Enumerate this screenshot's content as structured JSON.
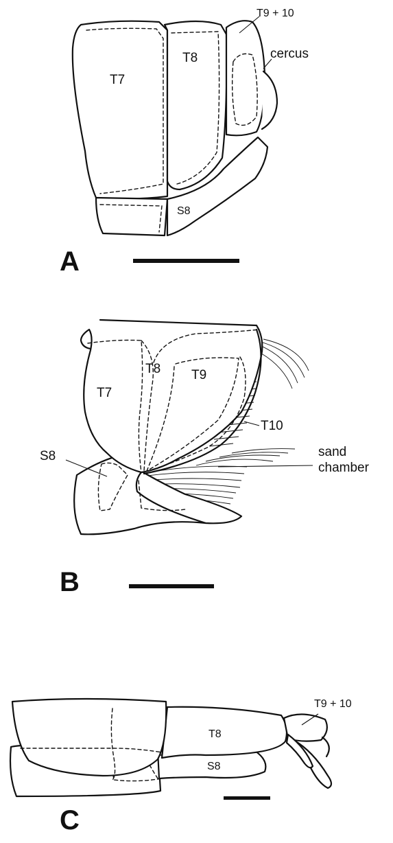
{
  "panels": [
    {
      "letter": "A",
      "labels": {
        "t7": "T7",
        "t8": "T8",
        "t9_10": "T9 + 10",
        "cercus": "cercus",
        "s8": "S8"
      }
    },
    {
      "letter": "B",
      "labels": {
        "t7": "T7",
        "t8": "T8",
        "t9": "T9",
        "t10": "T10",
        "s8": "S8",
        "sand_chamber_line1": "sand",
        "sand_chamber_line2": "chamber"
      }
    },
    {
      "letter": "C",
      "labels": {
        "t8": "T8",
        "s8": "S8",
        "t9_10": "T9 + 10"
      }
    }
  ]
}
